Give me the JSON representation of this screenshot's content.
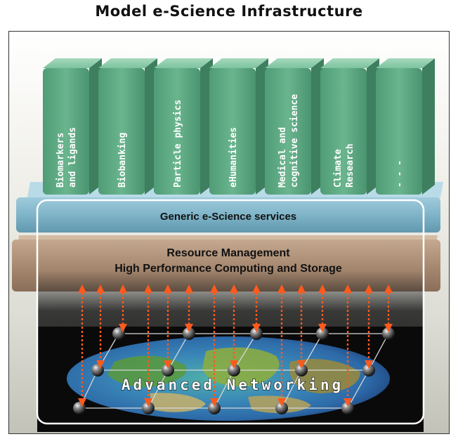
{
  "title": "Model e-Science Infrastructure",
  "pillars": [
    {
      "line1": "Biomarkers",
      "line2": "and ligands"
    },
    {
      "line1": "Biobanking",
      "line2": ""
    },
    {
      "line1": "Particle physics",
      "line2": ""
    },
    {
      "line1": "eHumanities",
      "line2": ""
    },
    {
      "line1": "Medical and",
      "line2": "cognitive science"
    },
    {
      "line1": "Climate",
      "line2": "Research"
    },
    {
      "line1": "- - -",
      "line2": ""
    }
  ],
  "layers": {
    "services": "Generic e-Science services",
    "resource_line1": "Resource Management",
    "resource_line2": "High Performance Computing and Storage"
  },
  "network": {
    "label": "Advanced Networking"
  },
  "colors": {
    "pillar": "#5fa883",
    "services_band": "#7fb4c8",
    "resource_band": "#a88a72",
    "arrow": "#ff5a1e",
    "network_bg": "#0a0a0a"
  }
}
